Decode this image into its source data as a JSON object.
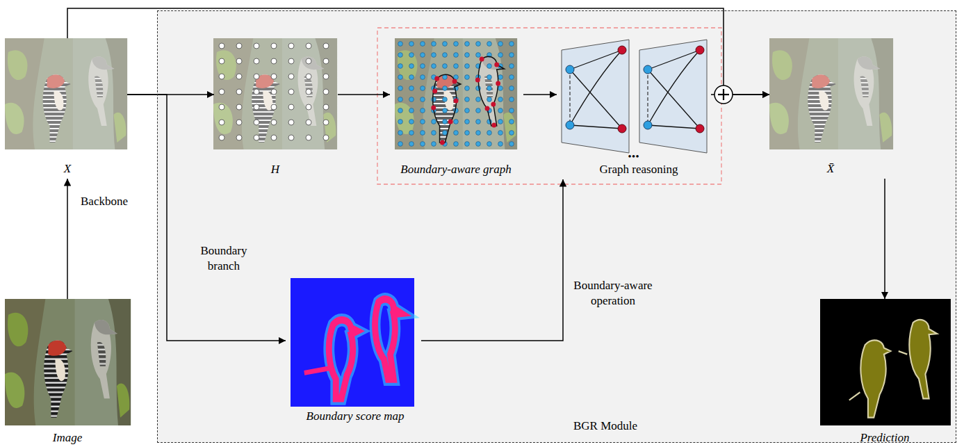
{
  "diagram": {
    "nodes": [
      {
        "text": [
          "BGR Module"
        ]
      },
      {
        "text": [
          "Image"
        ]
      },
      {
        "text": [
          "X"
        ]
      },
      {
        "text": [
          "H"
        ],
        "in": 0
      },
      {
        "text": [
          "Boundary-aware graph"
        ],
        "in": 0
      },
      {
        "text": [
          "Graph reasoning"
        ],
        "in": 0
      },
      {
        "text": [
          "Boundary score map"
        ],
        "in": 0
      },
      {
        "text": [
          "X̄"
        ]
      },
      {
        "text": [
          "Prediction"
        ]
      }
    ],
    "edges": [
      {
        "from": 1,
        "to": 2,
        "arrow": "to",
        "label": "Backbone"
      },
      {
        "from": 2,
        "to": 3,
        "arrow": "to"
      },
      {
        "from": 3,
        "to": 4,
        "arrow": "to"
      },
      {
        "from": 4,
        "to": 5,
        "arrow": "to"
      },
      {
        "from": 5,
        "to": 7,
        "arrow": "to"
      },
      {
        "from": 2,
        "to": 7,
        "arrow": "to"
      },
      {
        "from": 2,
        "to": 6,
        "arrow": "to",
        "label": "Boundary branch"
      },
      {
        "from": 6,
        "to": 5,
        "arrow": "to",
        "label": "Boundary-aware operation"
      },
      {
        "from": 7,
        "to": 8,
        "arrow": "to"
      }
    ],
    "labels": [
      "•••"
    ]
  }
}
